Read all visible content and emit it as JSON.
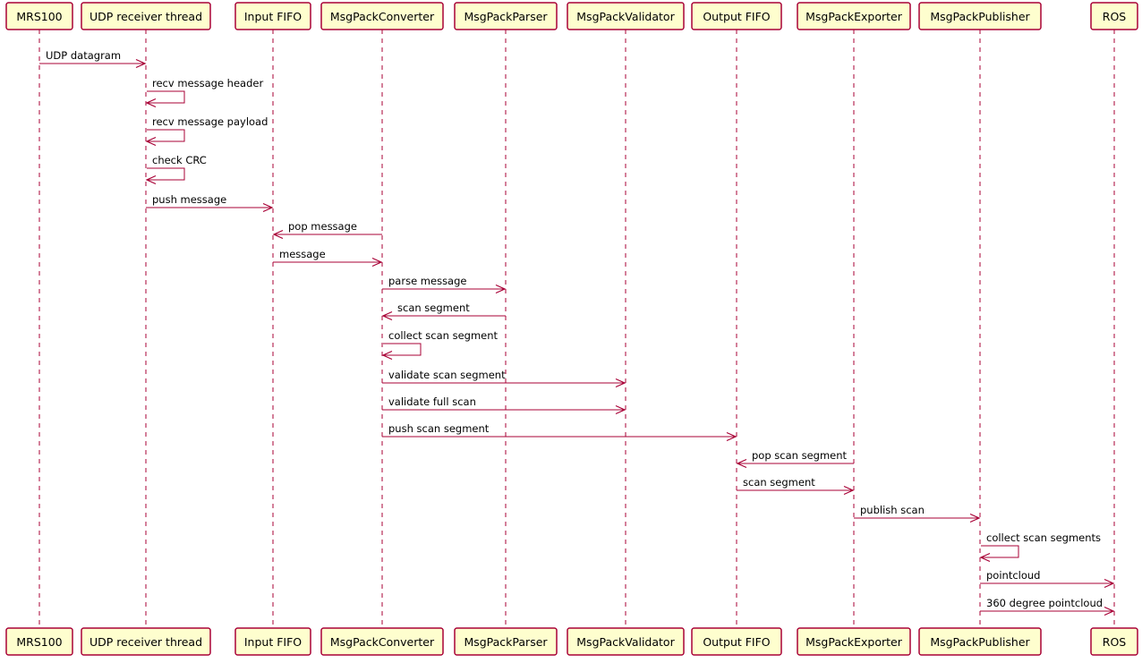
{
  "diagram": {
    "type": "sequence",
    "colors": {
      "participant_fill": "#FEFECE",
      "participant_border": "#A80036",
      "arrow": "#A80036",
      "lifeline": "#A80036",
      "text": "#000000"
    },
    "participants": [
      {
        "id": "mrs100",
        "label": "MRS100"
      },
      {
        "id": "udp",
        "label": "UDP receiver thread"
      },
      {
        "id": "infifo",
        "label": "Input FIFO"
      },
      {
        "id": "converter",
        "label": "MsgPackConverter"
      },
      {
        "id": "parser",
        "label": "MsgPackParser"
      },
      {
        "id": "validator",
        "label": "MsgPackValidator"
      },
      {
        "id": "outfifo",
        "label": "Output FIFO"
      },
      {
        "id": "exporter",
        "label": "MsgPackExporter"
      },
      {
        "id": "publisher",
        "label": "MsgPackPublisher"
      },
      {
        "id": "ros",
        "label": "ROS"
      }
    ],
    "messages": [
      {
        "from": 0,
        "to": 1,
        "label": "UDP datagram"
      },
      {
        "from": 1,
        "to": 1,
        "label": "recv message header"
      },
      {
        "from": 1,
        "to": 1,
        "label": "recv message payload"
      },
      {
        "from": 1,
        "to": 1,
        "label": "check CRC"
      },
      {
        "from": 1,
        "to": 2,
        "label": "push message"
      },
      {
        "from": 3,
        "to": 2,
        "label": "pop message"
      },
      {
        "from": 2,
        "to": 3,
        "label": "message"
      },
      {
        "from": 3,
        "to": 4,
        "label": "parse message"
      },
      {
        "from": 4,
        "to": 3,
        "label": "scan segment"
      },
      {
        "from": 3,
        "to": 3,
        "label": "collect scan segment"
      },
      {
        "from": 3,
        "to": 5,
        "label": "validate scan segment"
      },
      {
        "from": 3,
        "to": 5,
        "label": "validate full scan"
      },
      {
        "from": 3,
        "to": 6,
        "label": "push scan segment"
      },
      {
        "from": 7,
        "to": 6,
        "label": "pop scan segment"
      },
      {
        "from": 6,
        "to": 7,
        "label": "scan segment"
      },
      {
        "from": 7,
        "to": 8,
        "label": "publish scan"
      },
      {
        "from": 8,
        "to": 8,
        "label": "collect scan segments"
      },
      {
        "from": 8,
        "to": 9,
        "label": "pointcloud"
      },
      {
        "from": 8,
        "to": 9,
        "label": "360 degree pointcloud"
      }
    ]
  }
}
